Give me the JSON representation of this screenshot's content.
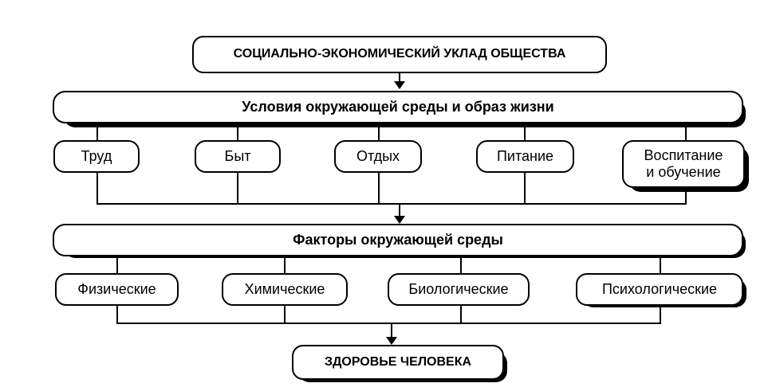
{
  "diagram": {
    "top": "СОЦИАЛЬНО-ЭКОНОМИЧЕСКИЙ УКЛАД ОБЩЕСТВА",
    "conditions": "Условия окружающей среды и образ жизни",
    "condition_items": [
      "Труд",
      "Быт",
      "Отдых",
      "Питание",
      "Воспитание\nи обучение"
    ],
    "factors": "Факторы окружающей среды",
    "factor_items": [
      "Физические",
      "Химические",
      "Биологические",
      "Психологические"
    ],
    "bottom": "ЗДОРОВЬЕ ЧЕЛОВЕКА"
  }
}
